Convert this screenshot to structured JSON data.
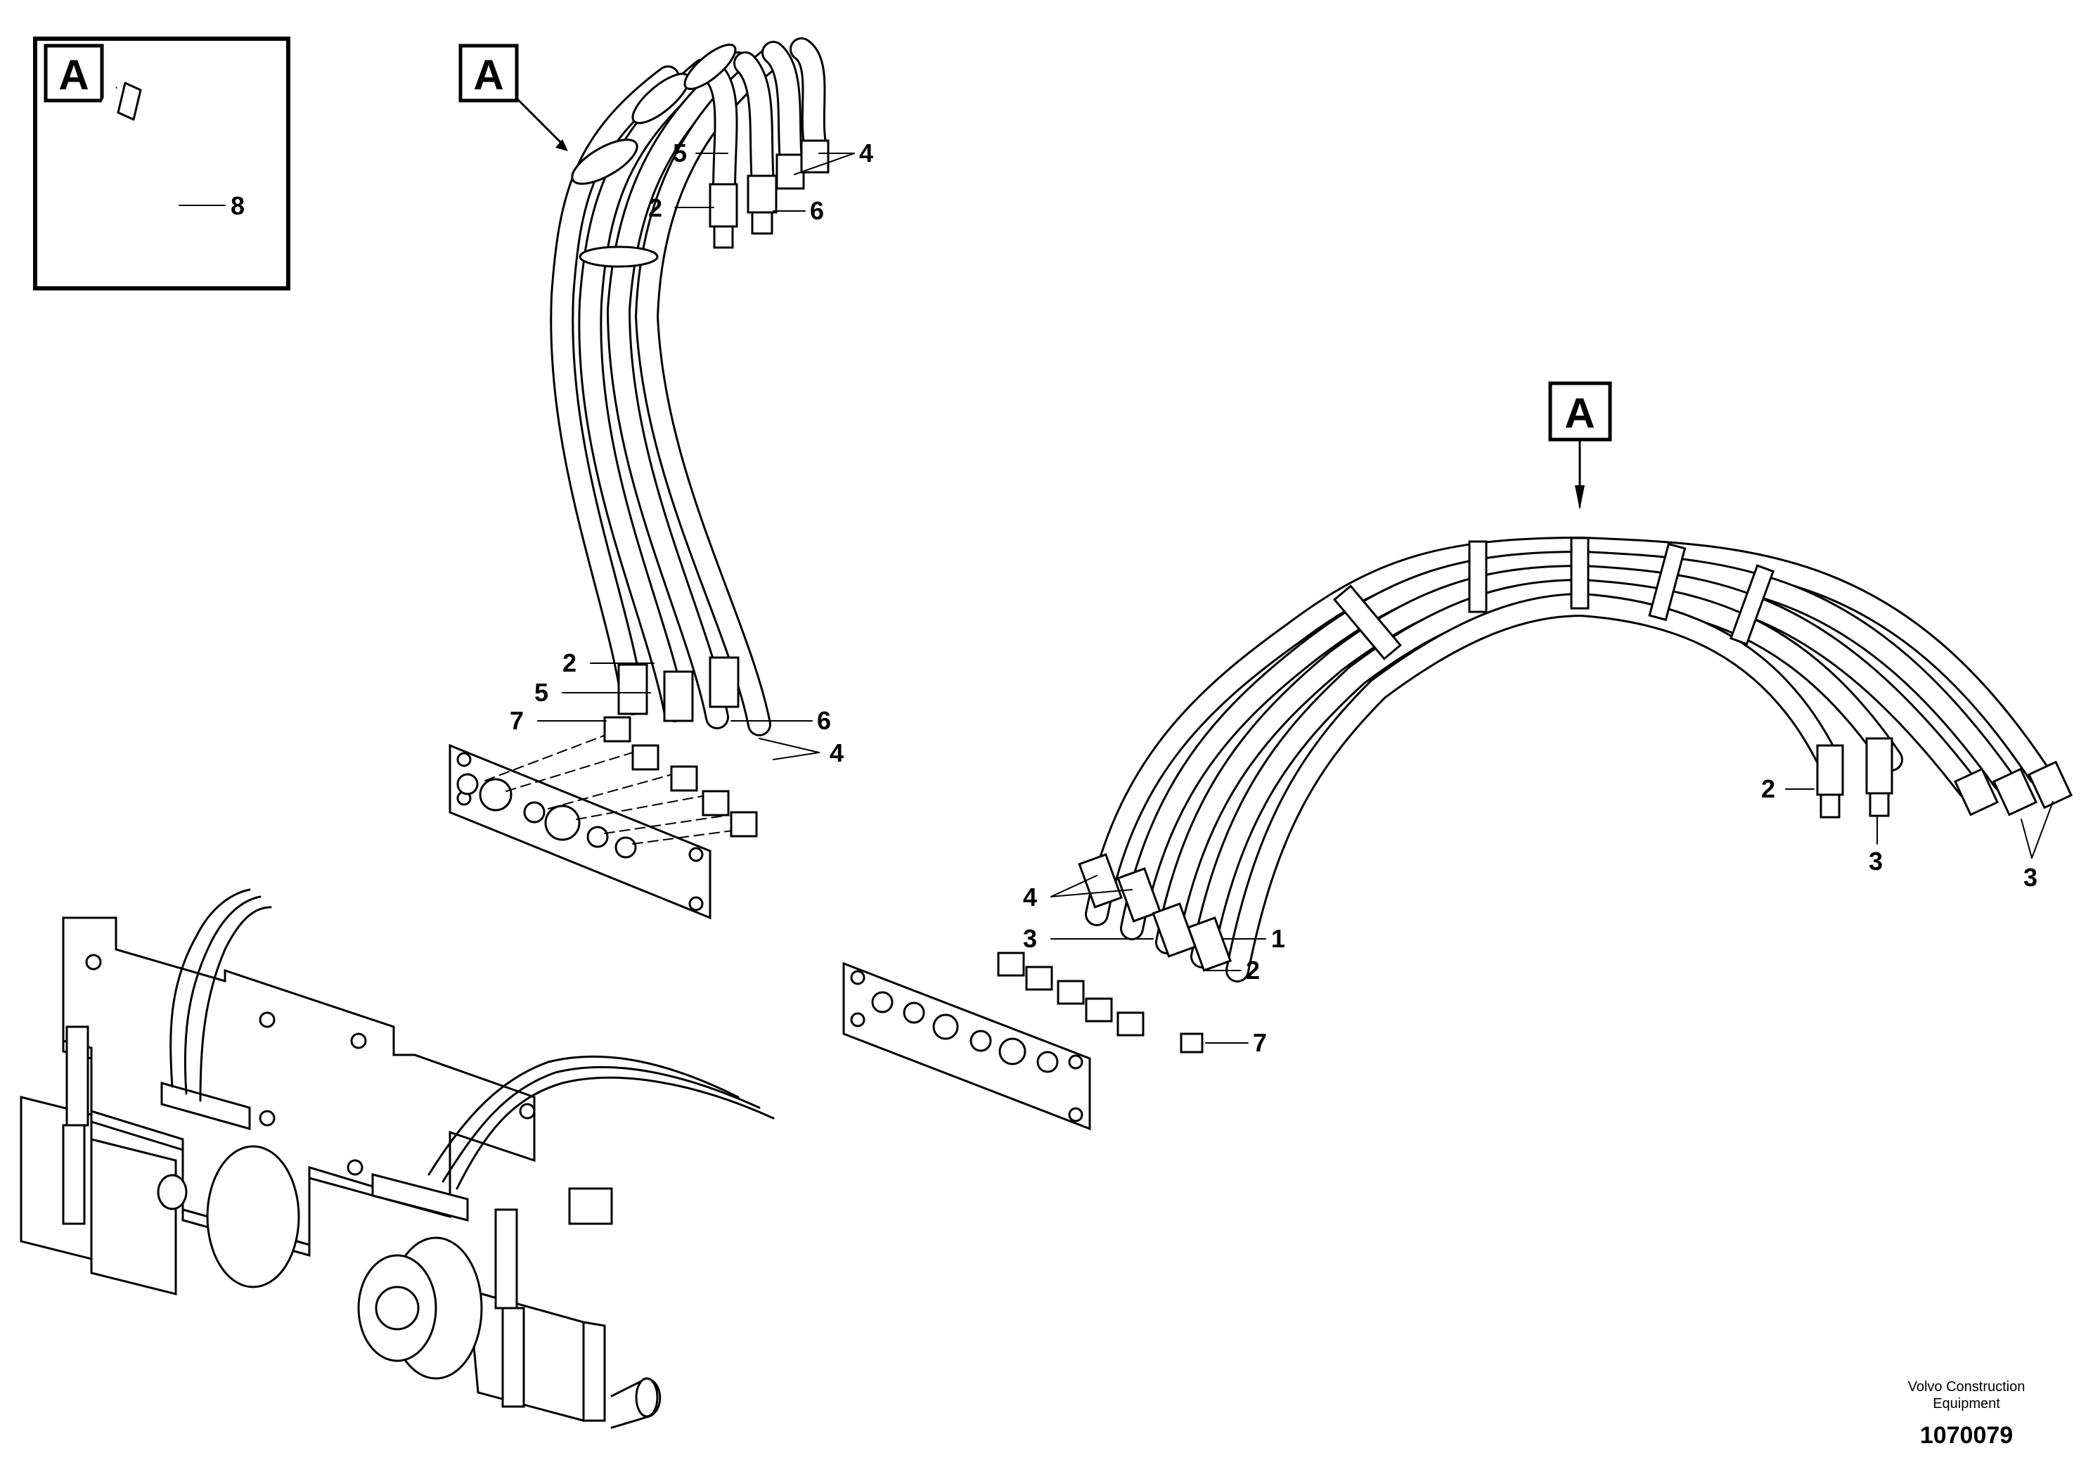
{
  "detail_tag": "A",
  "labels": {
    "one": "1",
    "two": "2",
    "three": "3",
    "four": "4",
    "five": "5",
    "six": "6",
    "seven": "7",
    "eight": "8"
  },
  "footer": {
    "company_line1": "Volvo Construction",
    "company_line2": "Equipment",
    "document_number": "1070079"
  }
}
